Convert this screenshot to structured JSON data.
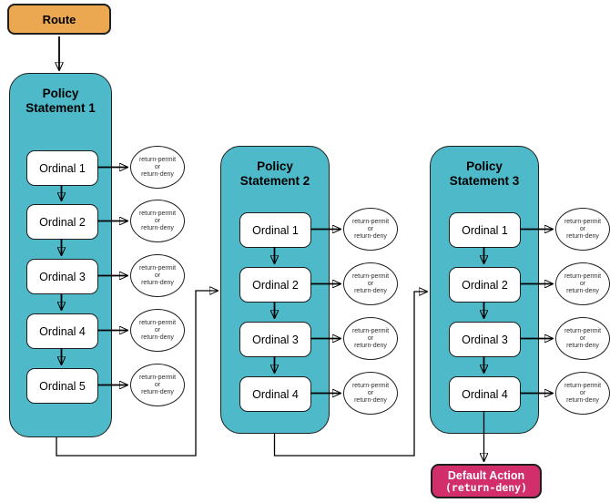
{
  "diagram": {
    "route": {
      "label": "Route"
    },
    "policies": [
      {
        "title": "Policy Statement 1",
        "ordinals": [
          "Ordinal 1",
          "Ordinal 2",
          "Ordinal 3",
          "Ordinal 4",
          "Ordinal 5"
        ]
      },
      {
        "title": "Policy Statement 2",
        "ordinals": [
          "Ordinal 1",
          "Ordinal 2",
          "Ordinal 3",
          "Ordinal 4"
        ]
      },
      {
        "title": "Policy Statement 3",
        "ordinals": [
          "Ordinal 1",
          "Ordinal 2",
          "Ordinal 3",
          "Ordinal 4"
        ]
      }
    ],
    "outcome_label": "return-permit\nor\nreturn-deny",
    "default_action": {
      "title": "Default Action",
      "subtitle": "(return-deny)"
    },
    "colors": {
      "route_fill": "#EBA850",
      "policy_fill": "#4DB9C9",
      "default_fill": "#D12E6B",
      "node_border": "#1F1F1F",
      "arrow": "#000000",
      "outcome_text": "#2F2F2F"
    }
  }
}
